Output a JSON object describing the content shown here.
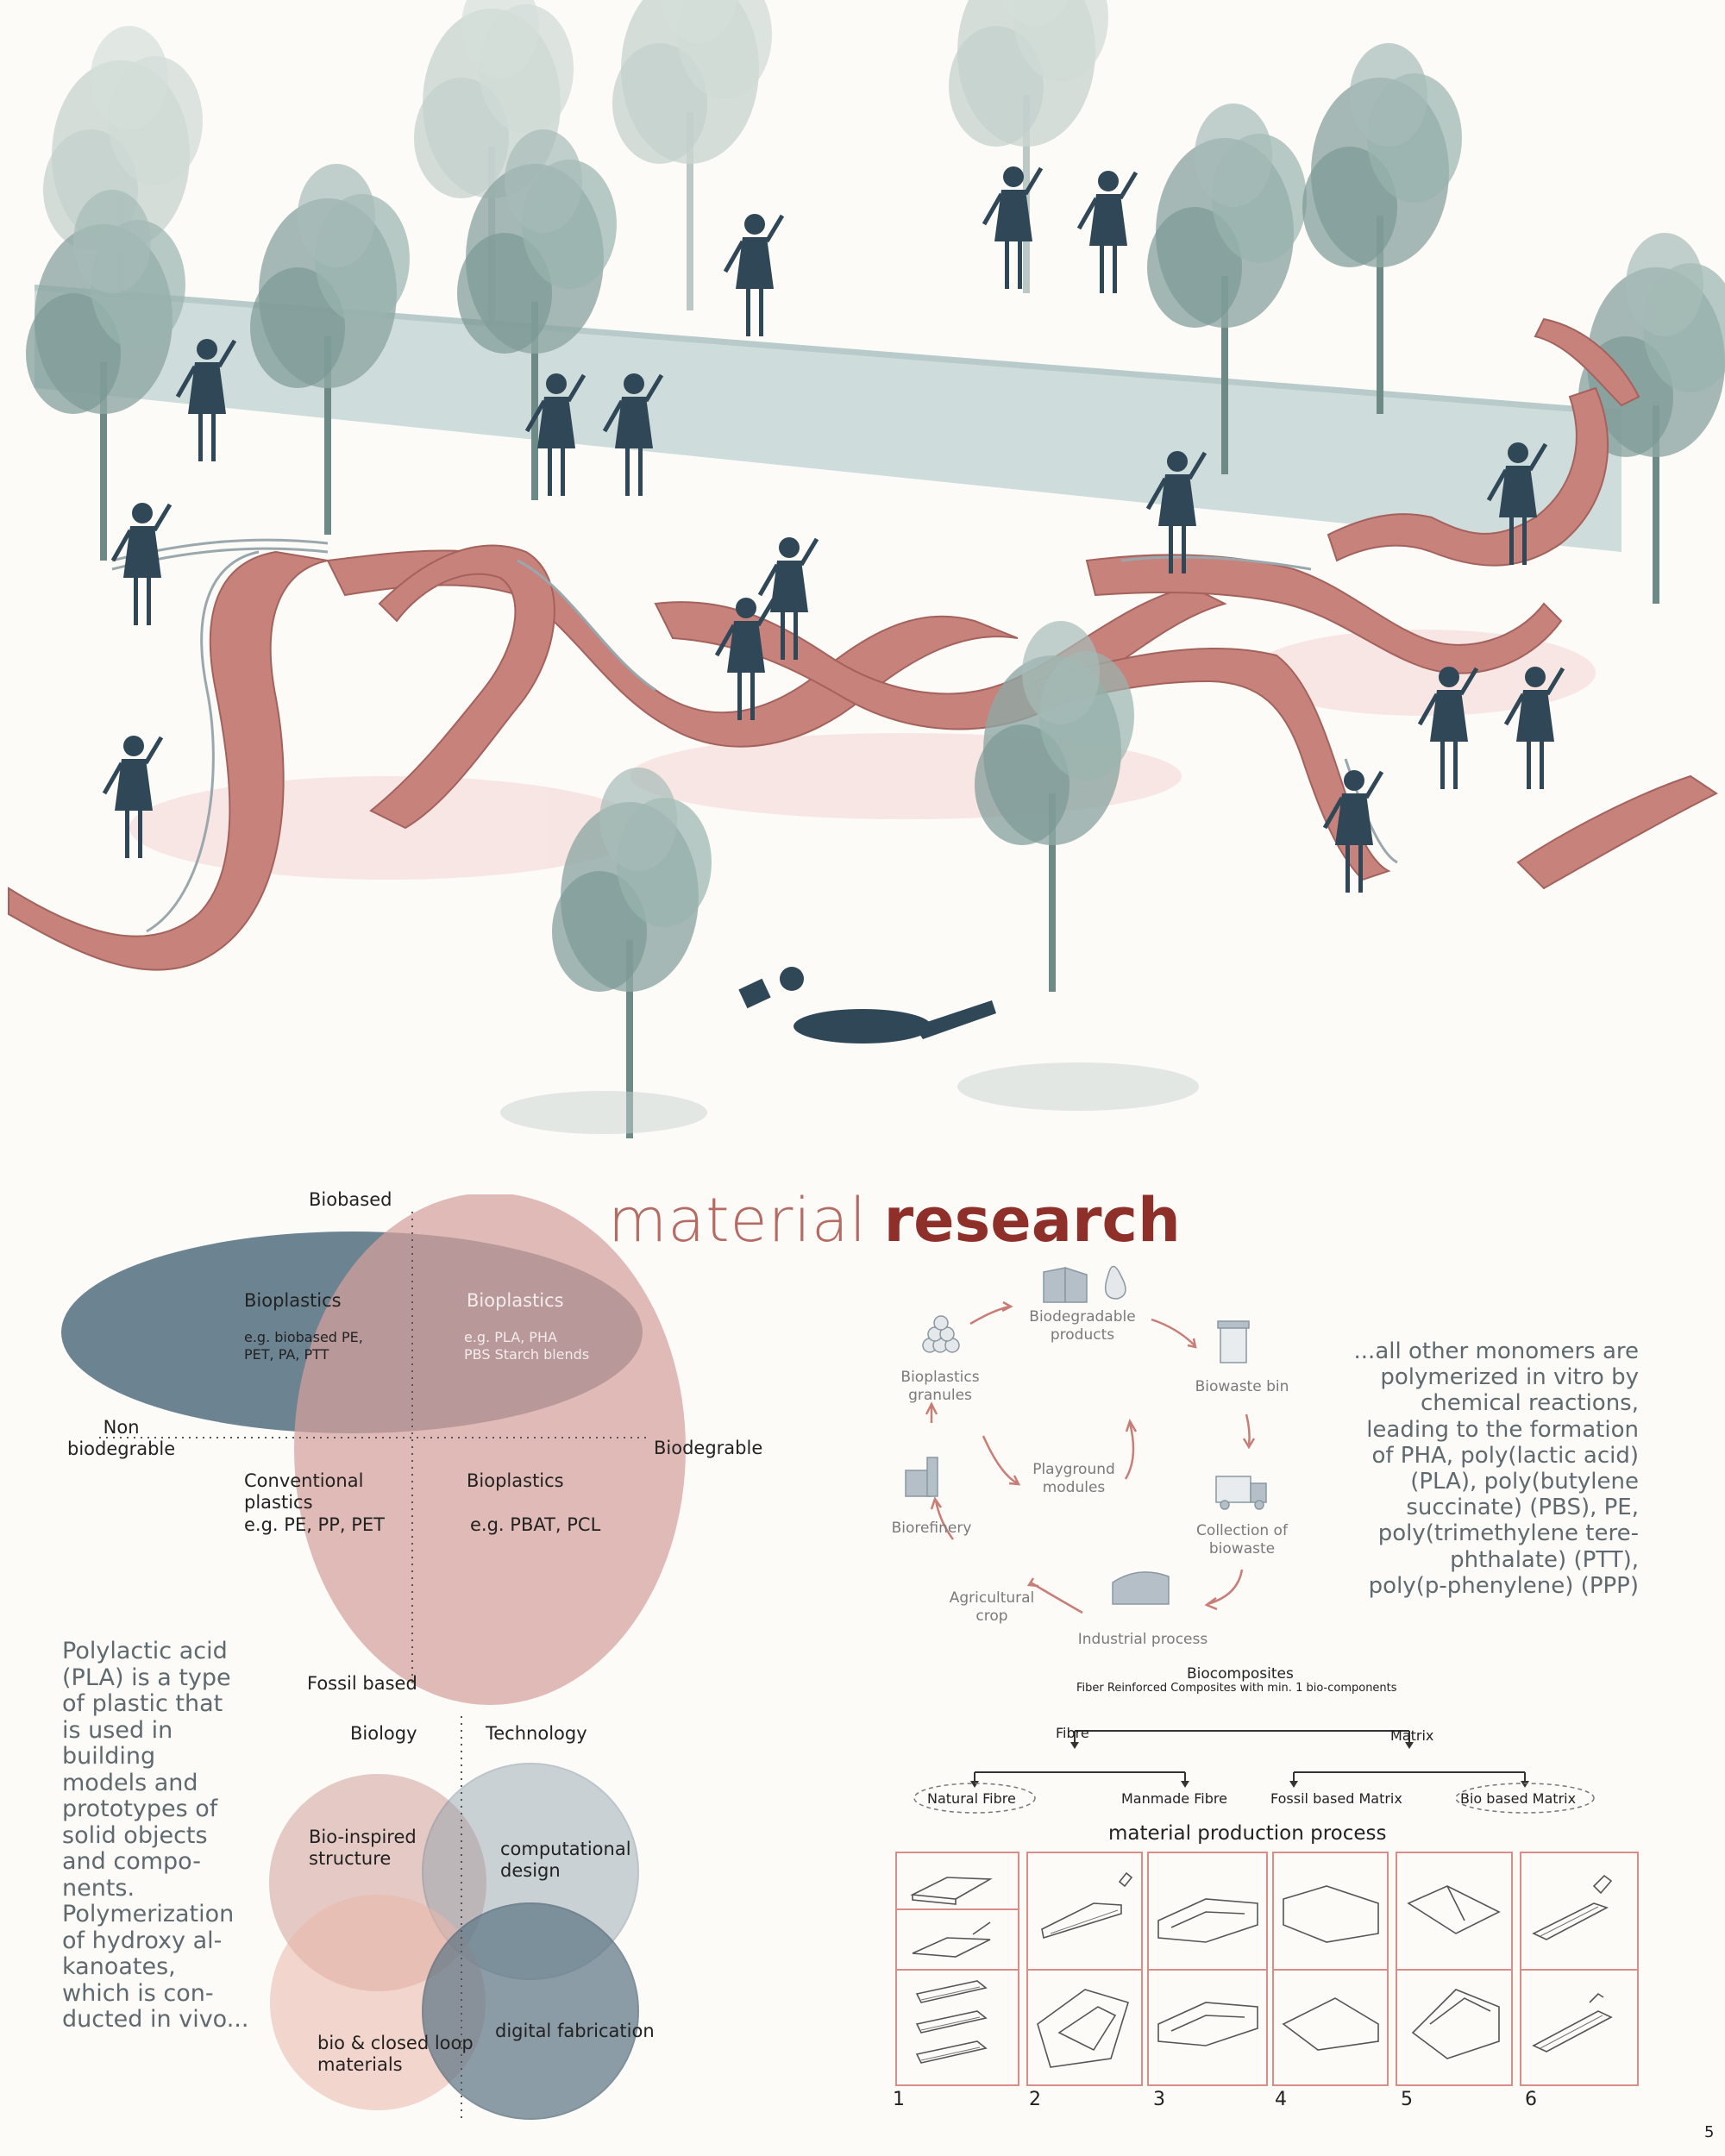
{
  "title": {
    "light": "material",
    "bold": "research"
  },
  "page_number": "5",
  "quadrant": {
    "top": "Biobased",
    "bottom": "Fossil based",
    "left": "Non\nbiodegrable",
    "right": "Biodegrable",
    "bioplastics_biobased": {
      "heading": "Bioplastics",
      "examples": "e.g. biobased PE,\nPET, PA, PTT"
    },
    "bioplastics_both": {
      "heading": "Bioplastics",
      "examples": "e.g. PLA, PHA\nPBS Starch blends"
    },
    "conventional": {
      "heading": "Conventional\nplastics",
      "examples": "e.g. PE, PP, PET"
    },
    "bioplastics_fossil": {
      "heading": "Bioplastics",
      "examples": "e.g. PBAT, PCL"
    }
  },
  "cycle": {
    "biodegradable_products": "Biodegradable\nproducts",
    "biowaste_bin": "Biowaste bin",
    "collection": "Collection of\nbiowaste",
    "industrial": "Industrial process",
    "agricultural": "Agricultural\ncrop",
    "biorefinery": "Biorefinery",
    "granules": "Bioplastics\ngranules",
    "playground": "Playground\nmodules"
  },
  "monomers_text": "...all other monomers are\npolymerized in vitro by\nchemical reactions,\nleading to the formation\nof PHA, poly(lactic acid)\n(PLA), poly(butylene\nsuccinate) (PBS), PE,\npoly(trimethylene tere-\nphthalate) (PTT),\npoly(p-phenylene) (PPP)",
  "pla_text": "Polylactic acid\n(PLA) is a type\nof plastic that\nis used in\nbuilding\nmodels and\nprototypes of\nsolid objects\nand compo-\nnents.\nPolymerization\nof hydroxy al-\nkanoates,\nwhich is con-\nducted in vivo...",
  "venn": {
    "biology": "Biology",
    "technology": "Technology",
    "bio_inspired": "Bio-inspired\nstructure",
    "computational": "computational\ndesign",
    "bio_closed": "bio & closed loop\nmaterials",
    "digital": "digital fabrication"
  },
  "biocomposites": {
    "title": "Biocomposites",
    "subtitle": "Fiber Reinforced Composites with min. 1 bio-components",
    "fibre": "Fibre",
    "matrix": "Matrix",
    "natural_fibre": "Natural Fibre",
    "manmade_fibre": "Manmade Fibre",
    "fossil_matrix": "Fossil based Matrix",
    "bio_matrix": "Bio based Matrix"
  },
  "production": {
    "title": "material production process",
    "steps": [
      "1",
      "2",
      "3",
      "4",
      "5",
      "6"
    ]
  },
  "colors": {
    "accent": "#8f2f2a",
    "blue_grey": "#5c7585",
    "rose": "#d9aaa6",
    "path": "#c97d77",
    "silhouette": "#2f4756"
  }
}
